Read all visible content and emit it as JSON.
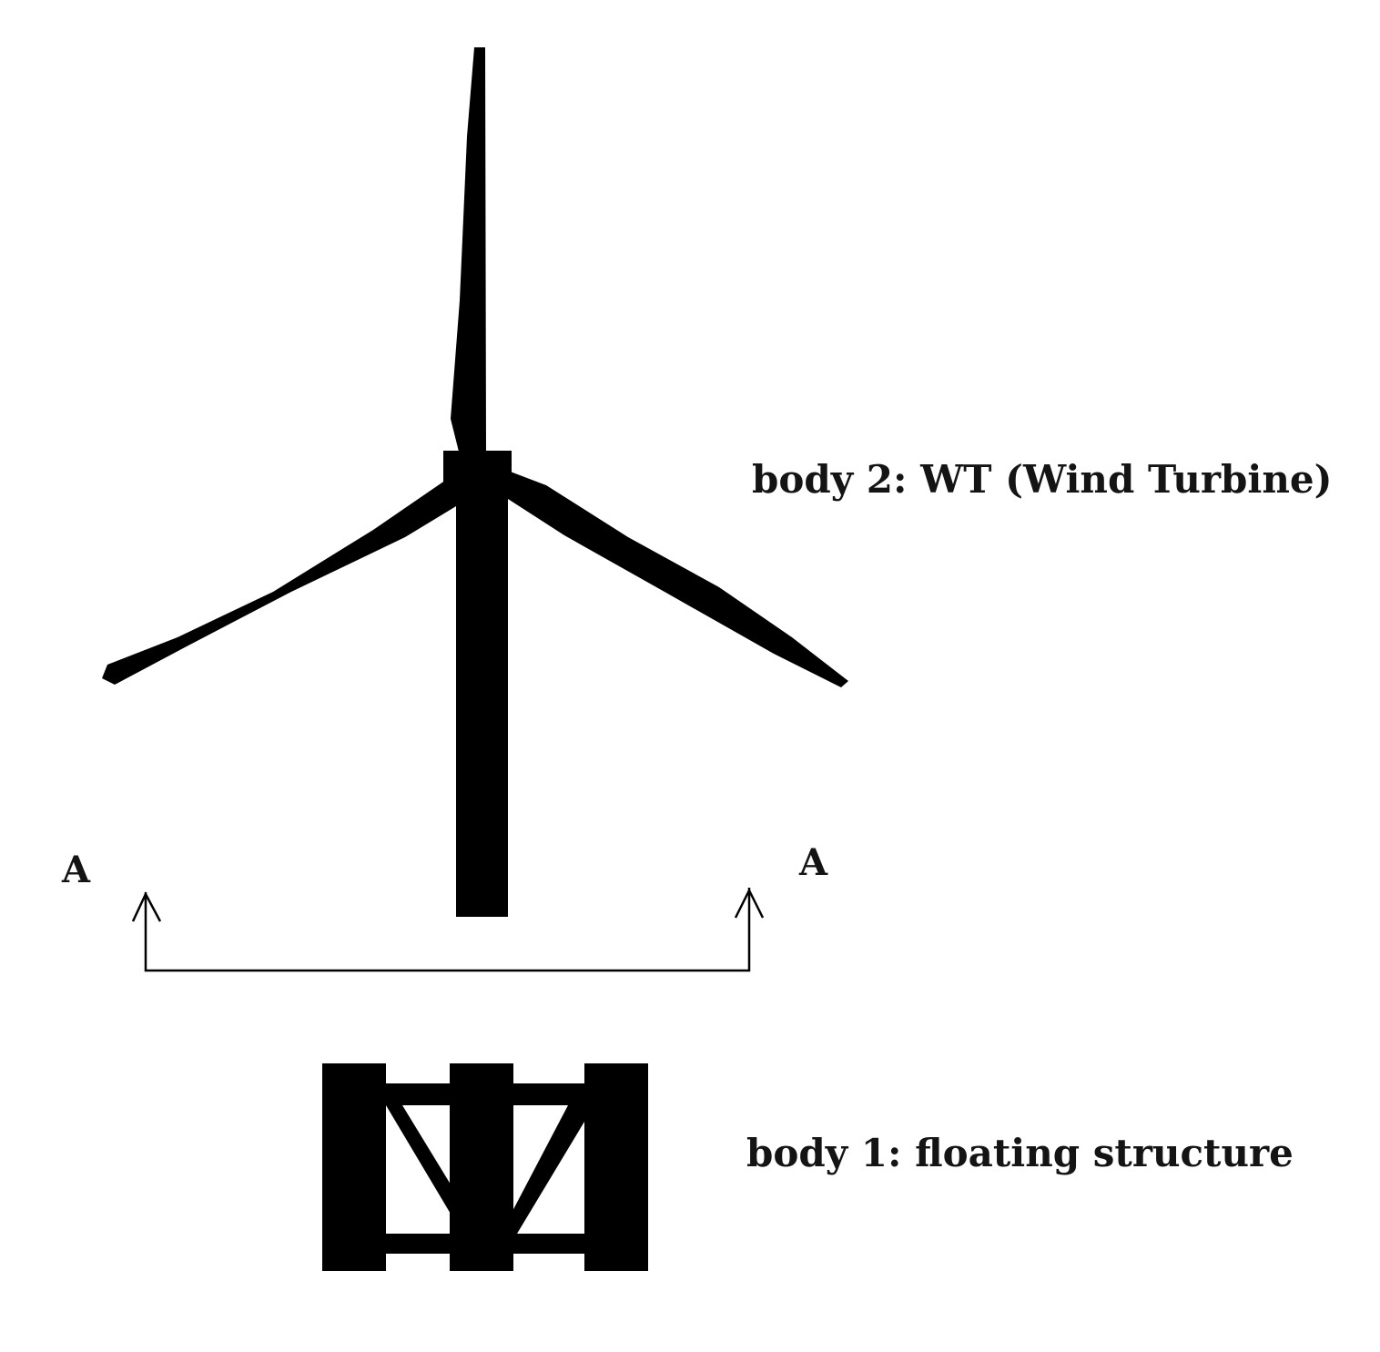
{
  "labels": {
    "wind_turbine": "body 2: WT (Wind Turbine)",
    "floating_structure": "body 1: floating structure"
  },
  "section": {
    "left_letter": "A",
    "right_letter": "A"
  },
  "colors": {
    "ink": "#000000",
    "text": "#141414",
    "background": "#ffffff"
  }
}
